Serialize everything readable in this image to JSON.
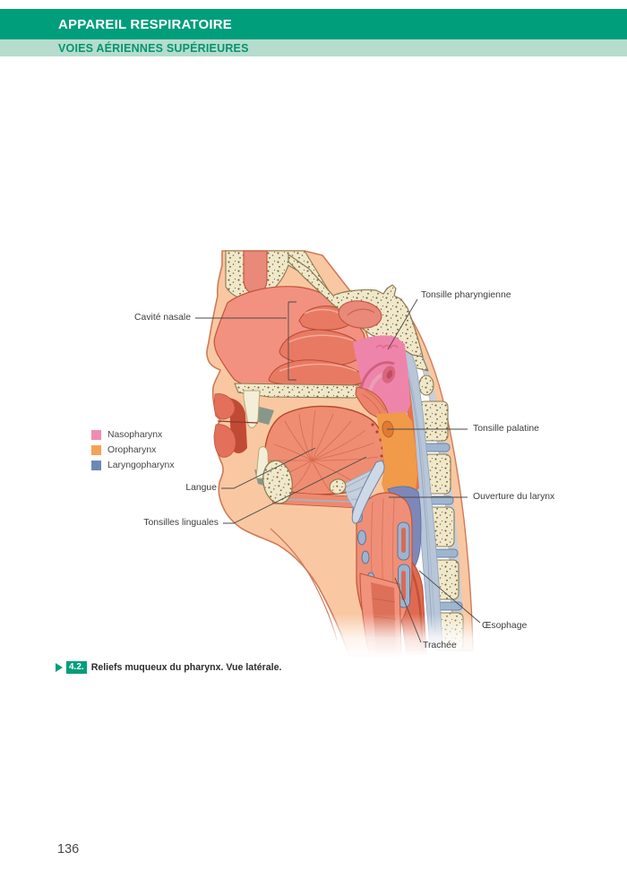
{
  "header": {
    "title": "APPAREIL RESPIRATOIRE",
    "subtitle": "VOIES AÉRIENNES SUPÉRIEURES",
    "bar_color": "#009e7b",
    "subbar_color": "#b5dccd",
    "subtitle_color": "#00956f"
  },
  "figure": {
    "labels": {
      "tonsille_pharyngienne": "Tonsille pharyngienne",
      "cavite_nasale": "Cavité nasale",
      "tonsille_palatine": "Tonsille palatine",
      "ouverture_larynx": "Ouverture du larynx",
      "langue": "Langue",
      "tonsilles_linguales": "Tonsilles linguales",
      "oesophage": "Œsophage",
      "trachee": "Trachée"
    },
    "legend": {
      "items": [
        {
          "label": "Nasopharynx",
          "color": "#f08cb4"
        },
        {
          "label": "Oropharynx",
          "color": "#f5a259"
        },
        {
          "label": "Laryngopharynx",
          "color": "#6d87b8"
        }
      ]
    },
    "caption": {
      "number": "4.2.",
      "text": "Reliefs muqueux du pharynx. Vue latérale.",
      "accent_color": "#009e7b"
    }
  },
  "page": {
    "number": "136"
  }
}
